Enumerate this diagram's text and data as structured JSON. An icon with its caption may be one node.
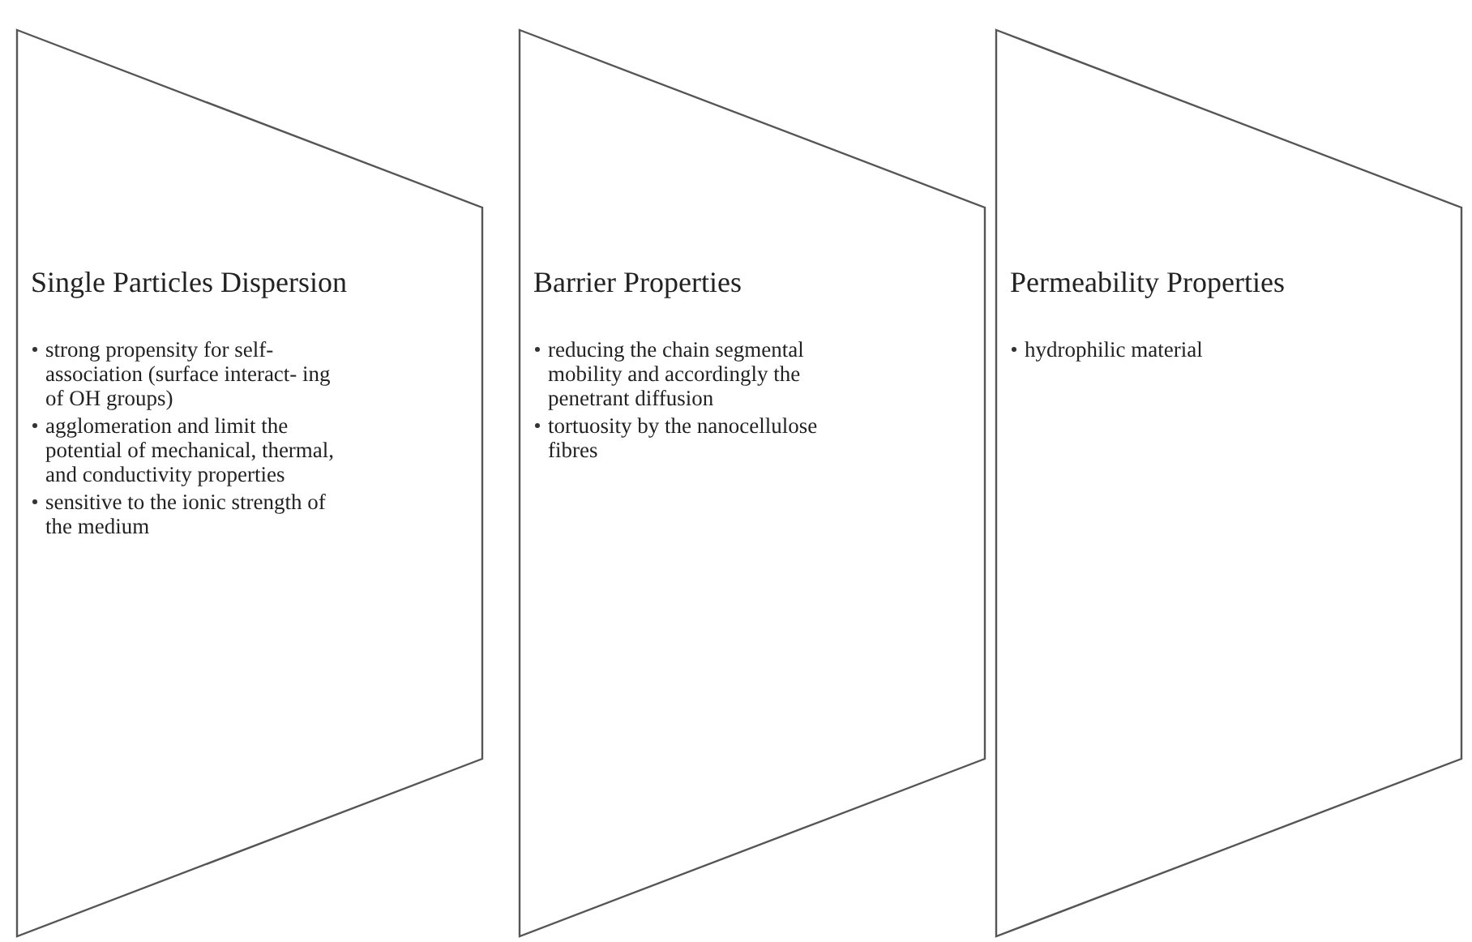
{
  "diagram": {
    "nodes": [
      {
        "text": [
          "Single Particles Dispersion",
          "strong propensity for self-association (surface interact- ing of OH groups)",
          "agglomeration and limit the potential of mechanical, thermal, and conductivity properties",
          "sensitive to the ionic strength of the medium"
        ]
      },
      {
        "text": [
          "Barrier Properties",
          "reducing the chain segmental mobility and accordingly the penetrant diffusion",
          "tortuosity by the nanocellulose fibres"
        ]
      },
      {
        "text": [
          "Permeability Properties",
          "hydrophilic material"
        ]
      }
    ]
  }
}
